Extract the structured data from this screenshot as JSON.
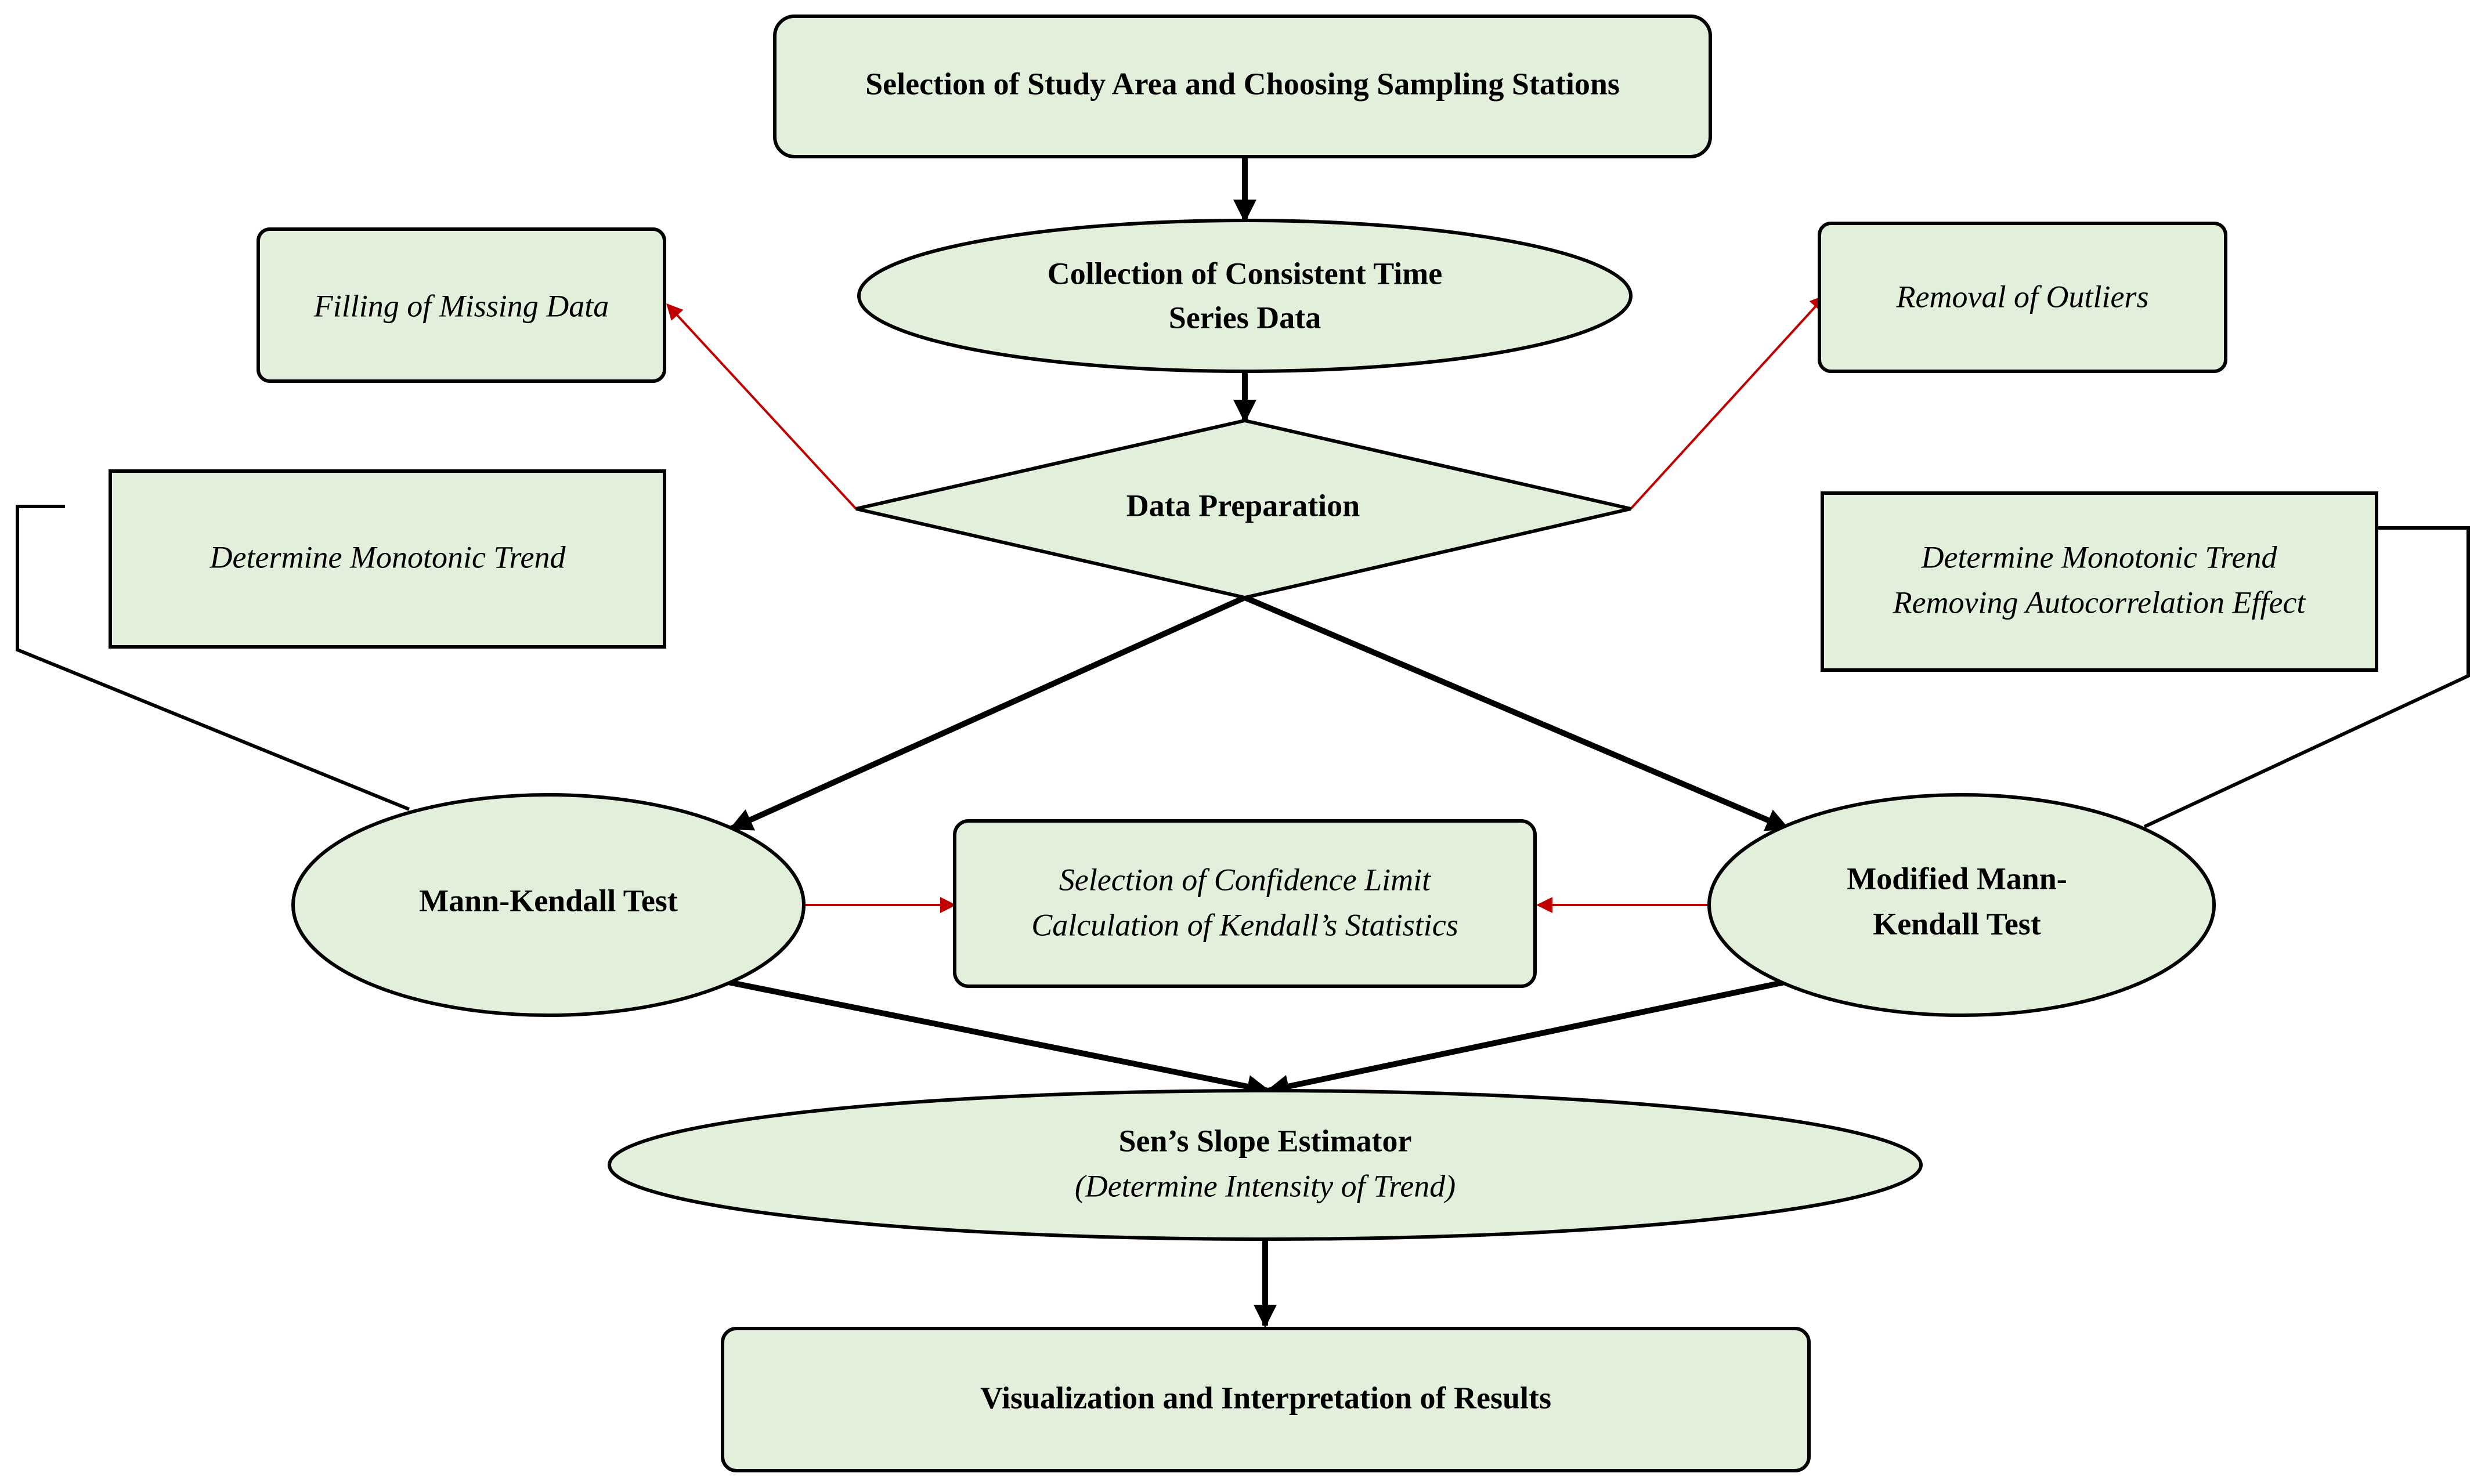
{
  "colors": {
    "node_fill": "#e2efda",
    "node_stroke": "#000000",
    "main_arrow": "#000000",
    "side_arrow": "#c00000"
  },
  "nodes": {
    "study_area": "Selection of Study Area and Choosing Sampling  Stations",
    "collection_line1": "Collection of Consistent Time",
    "collection_line2": "Series Data",
    "data_prep": "Data Preparation",
    "filling": "Filling of Missing Data",
    "outliers": "Removal of Outliers",
    "monotonic": "Determine Monotonic Trend",
    "monotonic_auto_line1": "Determine Monotonic Trend",
    "monotonic_auto_line2": "Removing Autocorrelation Effect",
    "mann_kendall": "Mann-Kendall  Test",
    "modified_line1": "Modified Mann-",
    "modified_line2": "Kendall Test",
    "confidence_line1": "Selection of Confidence Limit",
    "confidence_line2": "Calculation of Kendall’s Statistics",
    "sens_title": "Sen’s Slope Estimator",
    "sens_sub": "(Determine Intensity of Trend)",
    "visualization": "Visualization  and  Interpretation  of Results"
  }
}
